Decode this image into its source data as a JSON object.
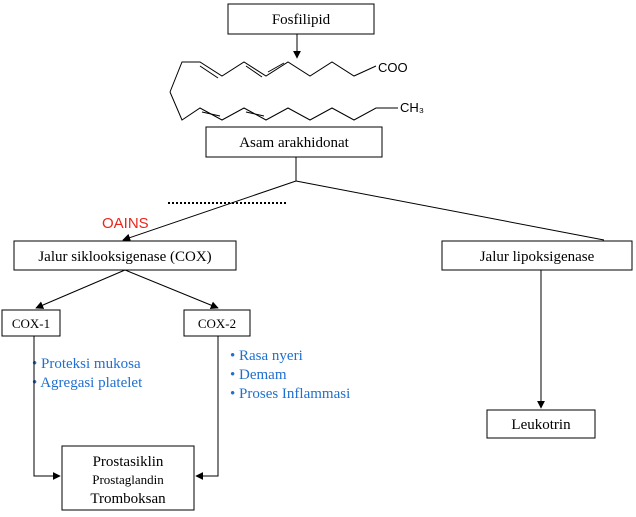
{
  "nodes": {
    "fosfilipid": "Fosfilipid",
    "asam_arakhidonat": "Asam arakhidonat",
    "jalur_cox": "Jalur siklooksigenase (COX)",
    "jalur_lipoksigenase": "Jalur lipoksigenase",
    "cox1": "COX-1",
    "cox2": "COX-2",
    "leukotrin": "Leukotrin",
    "prostasiklin": "Prostasiklin",
    "prostaglandin": "Prostaglandin",
    "tromboksan": "Tromboksan"
  },
  "molecule": {
    "coo_label": "COO",
    "ch3_label": "CH₃"
  },
  "inhibitor": {
    "label": "OAINS",
    "color": "#e8261c"
  },
  "cox1_effects": {
    "bullet": "•",
    "items": [
      "Proteksi mukosa",
      "Agregasi platelet"
    ]
  },
  "cox2_effects": {
    "bullet": "•",
    "items": [
      "Rasa nyeri",
      "Demam",
      "Proses Inflammasi"
    ]
  },
  "colors": {
    "effect_text": "#1f6fd1",
    "inhibitor_text": "#e8261c"
  }
}
